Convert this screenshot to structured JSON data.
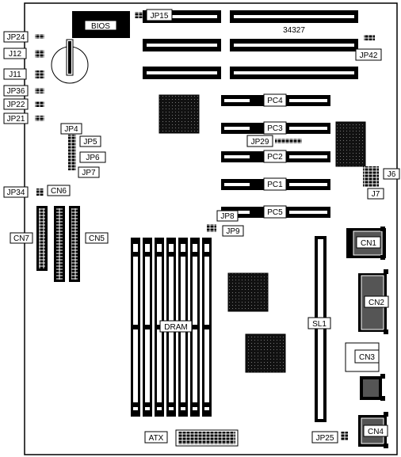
{
  "diagram": {
    "board_id": "34327",
    "components": {
      "bios": "BIOS",
      "dram": "DRAM",
      "atx": "ATX",
      "sl1": "SL1"
    },
    "slots": {
      "pc4": "PC4",
      "pc3": "PC3",
      "pc2": "PC2",
      "pc1": "PC1",
      "pc5": "PC5"
    },
    "jumpers": {
      "jp15": "JP15",
      "jp24": "JP24",
      "j12": "J12",
      "j11": "J11",
      "jp36": "JP36",
      "jp22": "JP22",
      "jp21": "JP21",
      "jp42": "JP42",
      "jp4": "JP4",
      "jp5": "JP5",
      "jp6": "JP6",
      "jp7": "JP7",
      "jp29": "JP29",
      "j6": "J6",
      "j7": "J7",
      "jp34": "JP34",
      "jp8": "JP8",
      "jp9": "JP9",
      "jp25": "JP25"
    },
    "connectors": {
      "cn6": "CN6",
      "cn7": "CN7",
      "cn5": "CN5",
      "cn1": "CN1",
      "cn2": "CN2",
      "cn3": "CN3",
      "cn4": "CN4"
    }
  }
}
